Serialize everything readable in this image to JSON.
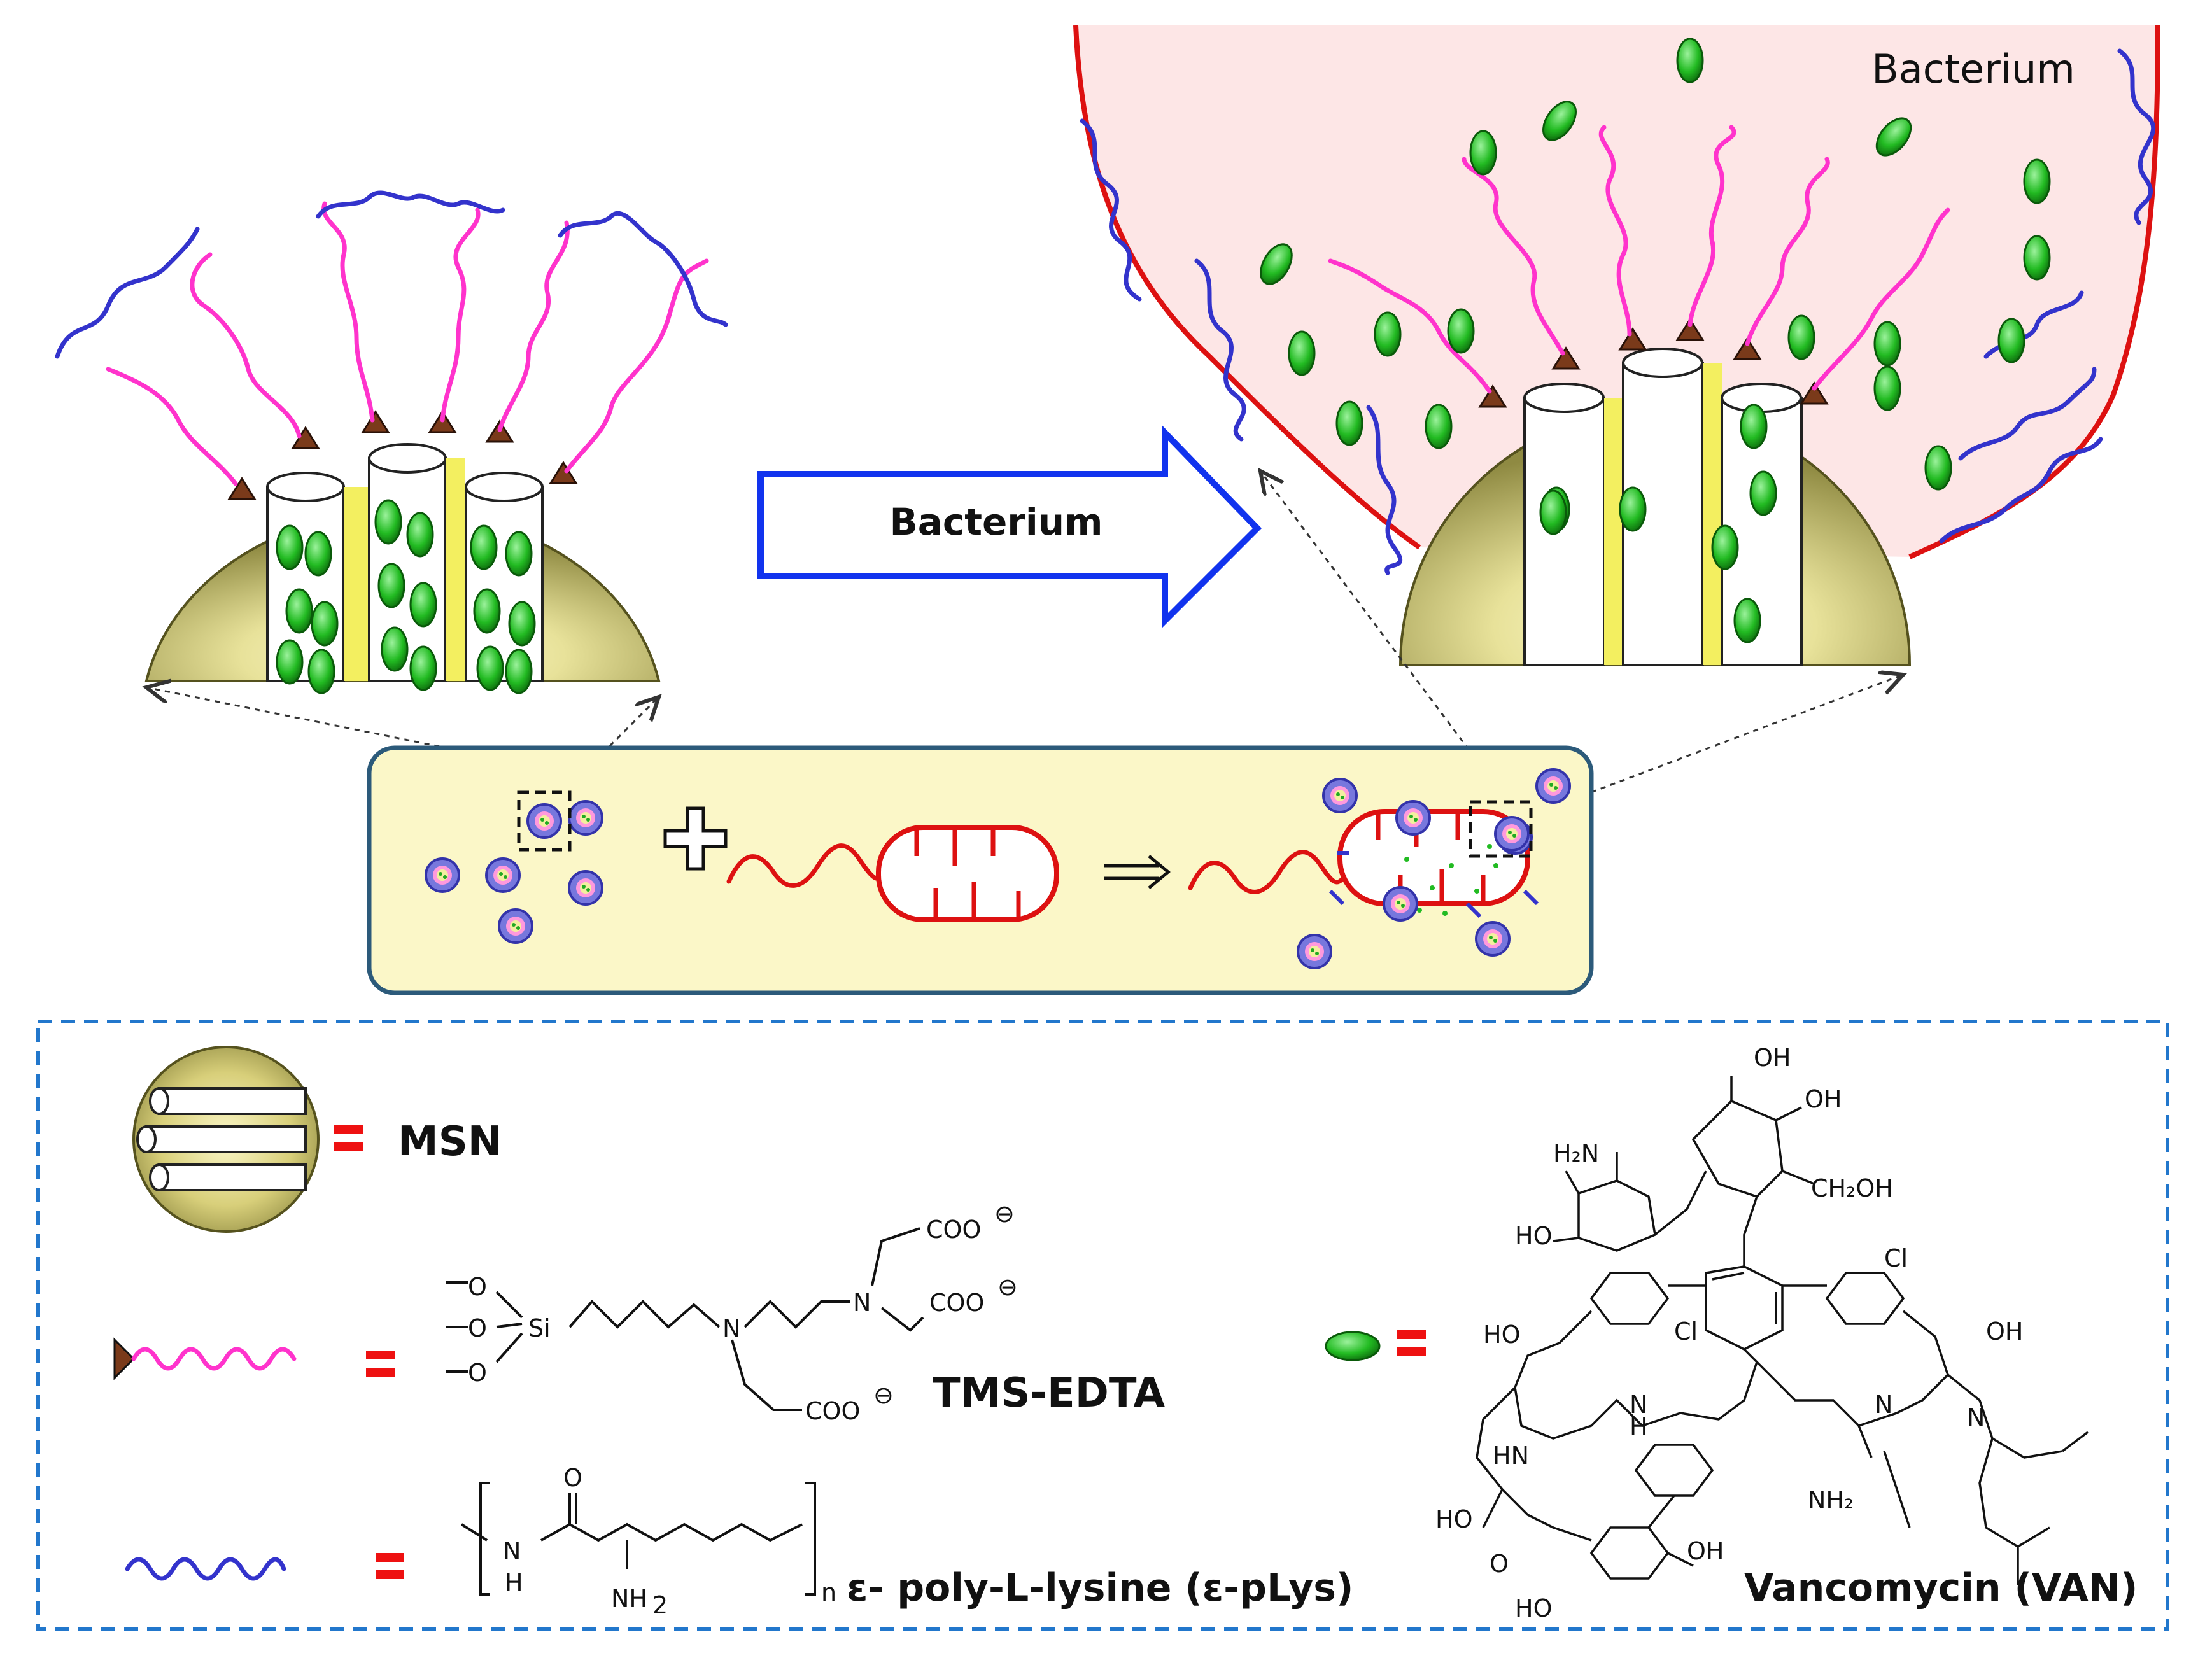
{
  "top_left_panel": {
    "description_free": true
  },
  "arrow_label": "Bacterium",
  "top_right_panel": {
    "bacterium_label": "Bacterium"
  },
  "legend": {
    "msn_label": "MSN",
    "equals_sign": "=",
    "tms_edta_label": "TMS-EDTA",
    "eplys_label": "ε- poly-L-lysine (ε-pLys)",
    "van_label": "Vancomycin (VAN)",
    "tms_edta_atoms": {
      "o1": "O",
      "o2": "O",
      "o3": "O",
      "si": "Si",
      "n1": "N",
      "n2": "N",
      "coo1": "COO",
      "coo2": "COO",
      "coo3": "COO",
      "charge": "⊖"
    },
    "eplys_atoms": {
      "n": "N",
      "h": "H",
      "o": "O",
      "nh2": "NH",
      "sub2": "2",
      "rep": "n"
    },
    "van_atoms": {
      "oh": "OH",
      "h2n": "H₂N",
      "ho": "HO",
      "o": "O",
      "ch2oh": "CH₂OH",
      "cl": "Cl",
      "hn": "HN",
      "nh": "N",
      "h": "H",
      "nh2": "NH₂",
      "n": "N"
    }
  },
  "colors": {
    "edta_chain": "#ff33cc",
    "plys_chain": "#3333cc",
    "drug": "#22bb22",
    "bacterium_membrane": "#dd1111",
    "bacterium_fill": "#fde6e6",
    "msn_body": "#c9c06a",
    "arrow_outline": "#1133ee",
    "legend_border": "#2277cc",
    "mid_panel_fill": "#fbf7c8",
    "mid_panel_border": "#2c5a7a",
    "equals_red": "#ee1111"
  }
}
